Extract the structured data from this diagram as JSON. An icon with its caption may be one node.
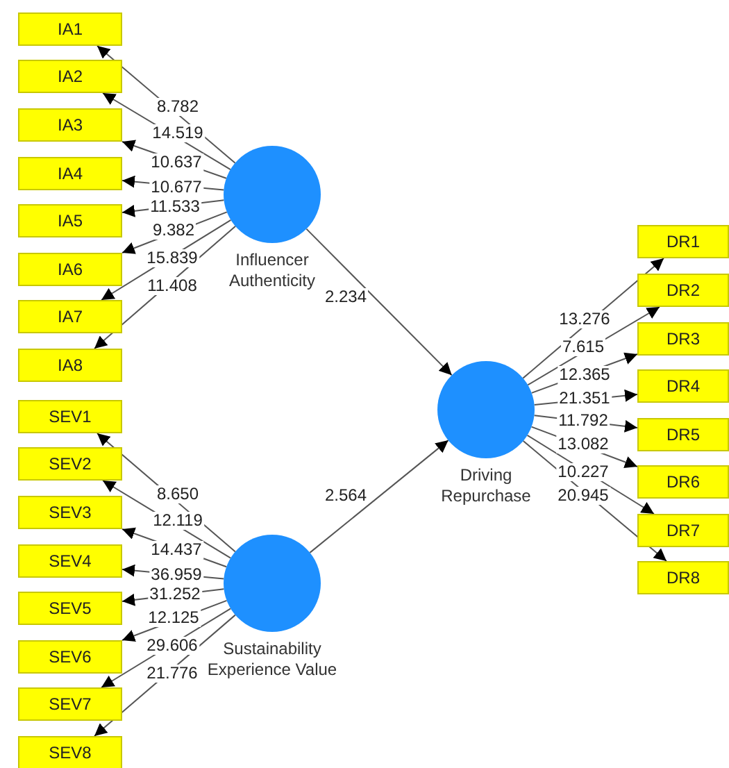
{
  "diagram": {
    "nodes": [
      {
        "text": [
          "IA1"
        ]
      },
      {
        "text": [
          "IA2"
        ]
      },
      {
        "text": [
          "IA3"
        ]
      },
      {
        "text": [
          "IA4"
        ]
      },
      {
        "text": [
          "IA5"
        ]
      },
      {
        "text": [
          "IA6"
        ]
      },
      {
        "text": [
          "IA7"
        ]
      },
      {
        "text": [
          "IA8"
        ]
      },
      {
        "text": [
          "Influencer Authenticity"
        ]
      },
      {
        "text": [
          "SEV1"
        ]
      },
      {
        "text": [
          "SEV2"
        ]
      },
      {
        "text": [
          "SEV3"
        ]
      },
      {
        "text": [
          "SEV4"
        ]
      },
      {
        "text": [
          "SEV5"
        ]
      },
      {
        "text": [
          "SEV6"
        ]
      },
      {
        "text": [
          "SEV7"
        ]
      },
      {
        "text": [
          "SEV8"
        ]
      },
      {
        "text": [
          "Sustainability Experience Value"
        ]
      },
      {
        "text": [
          "Driving Repurchase"
        ]
      },
      {
        "text": [
          "DR1"
        ]
      },
      {
        "text": [
          "DR2"
        ]
      },
      {
        "text": [
          "DR3"
        ]
      },
      {
        "text": [
          "DR4"
        ]
      },
      {
        "text": [
          "DR5"
        ]
      },
      {
        "text": [
          "DR6"
        ]
      },
      {
        "text": [
          "DR7"
        ]
      },
      {
        "text": [
          "DR8"
        ]
      }
    ],
    "edges": [
      {
        "from": 8,
        "to": 0,
        "arrow": "to",
        "label": "8.782"
      },
      {
        "from": 8,
        "to": 1,
        "arrow": "to",
        "label": "14.519"
      },
      {
        "from": 8,
        "to": 2,
        "arrow": "to",
        "label": "10.637"
      },
      {
        "from": 8,
        "to": 3,
        "arrow": "to",
        "label": "10.677"
      },
      {
        "from": 8,
        "to": 4,
        "arrow": "to",
        "label": "11.533"
      },
      {
        "from": 8,
        "to": 5,
        "arrow": "to",
        "label": "9.382"
      },
      {
        "from": 8,
        "to": 6,
        "arrow": "to",
        "label": "15.839"
      },
      {
        "from": 8,
        "to": 7,
        "arrow": "to",
        "label": "11.408"
      },
      {
        "from": 17,
        "to": 9,
        "arrow": "to",
        "label": "8.650"
      },
      {
        "from": 17,
        "to": 10,
        "arrow": "to",
        "label": "12.119"
      },
      {
        "from": 17,
        "to": 11,
        "arrow": "to",
        "label": "14.437"
      },
      {
        "from": 17,
        "to": 12,
        "arrow": "to",
        "label": "36.959"
      },
      {
        "from": 17,
        "to": 13,
        "arrow": "to",
        "label": "31.252"
      },
      {
        "from": 17,
        "to": 14,
        "arrow": "to",
        "label": "12.125"
      },
      {
        "from": 17,
        "to": 15,
        "arrow": "to",
        "label": "29.606"
      },
      {
        "from": 17,
        "to": 16,
        "arrow": "to",
        "label": "21.776"
      },
      {
        "from": 8,
        "to": 18,
        "arrow": "to",
        "label": "2.234"
      },
      {
        "from": 17,
        "to": 18,
        "arrow": "to",
        "label": "2.564"
      },
      {
        "from": 18,
        "to": 19,
        "arrow": "to",
        "label": "13.276"
      },
      {
        "from": 18,
        "to": 20,
        "arrow": "to",
        "label": "7.615"
      },
      {
        "from": 18,
        "to": 21,
        "arrow": "to",
        "label": "12.365"
      },
      {
        "from": 18,
        "to": 22,
        "arrow": "to",
        "label": "21.351"
      },
      {
        "from": 18,
        "to": 23,
        "arrow": "to",
        "label": "11.792"
      },
      {
        "from": 18,
        "to": 24,
        "arrow": "to",
        "label": "13.082"
      },
      {
        "from": 18,
        "to": 25,
        "arrow": "to",
        "label": "10.227"
      },
      {
        "from": 18,
        "to": 26,
        "arrow": "to",
        "label": "20.945"
      }
    ]
  }
}
